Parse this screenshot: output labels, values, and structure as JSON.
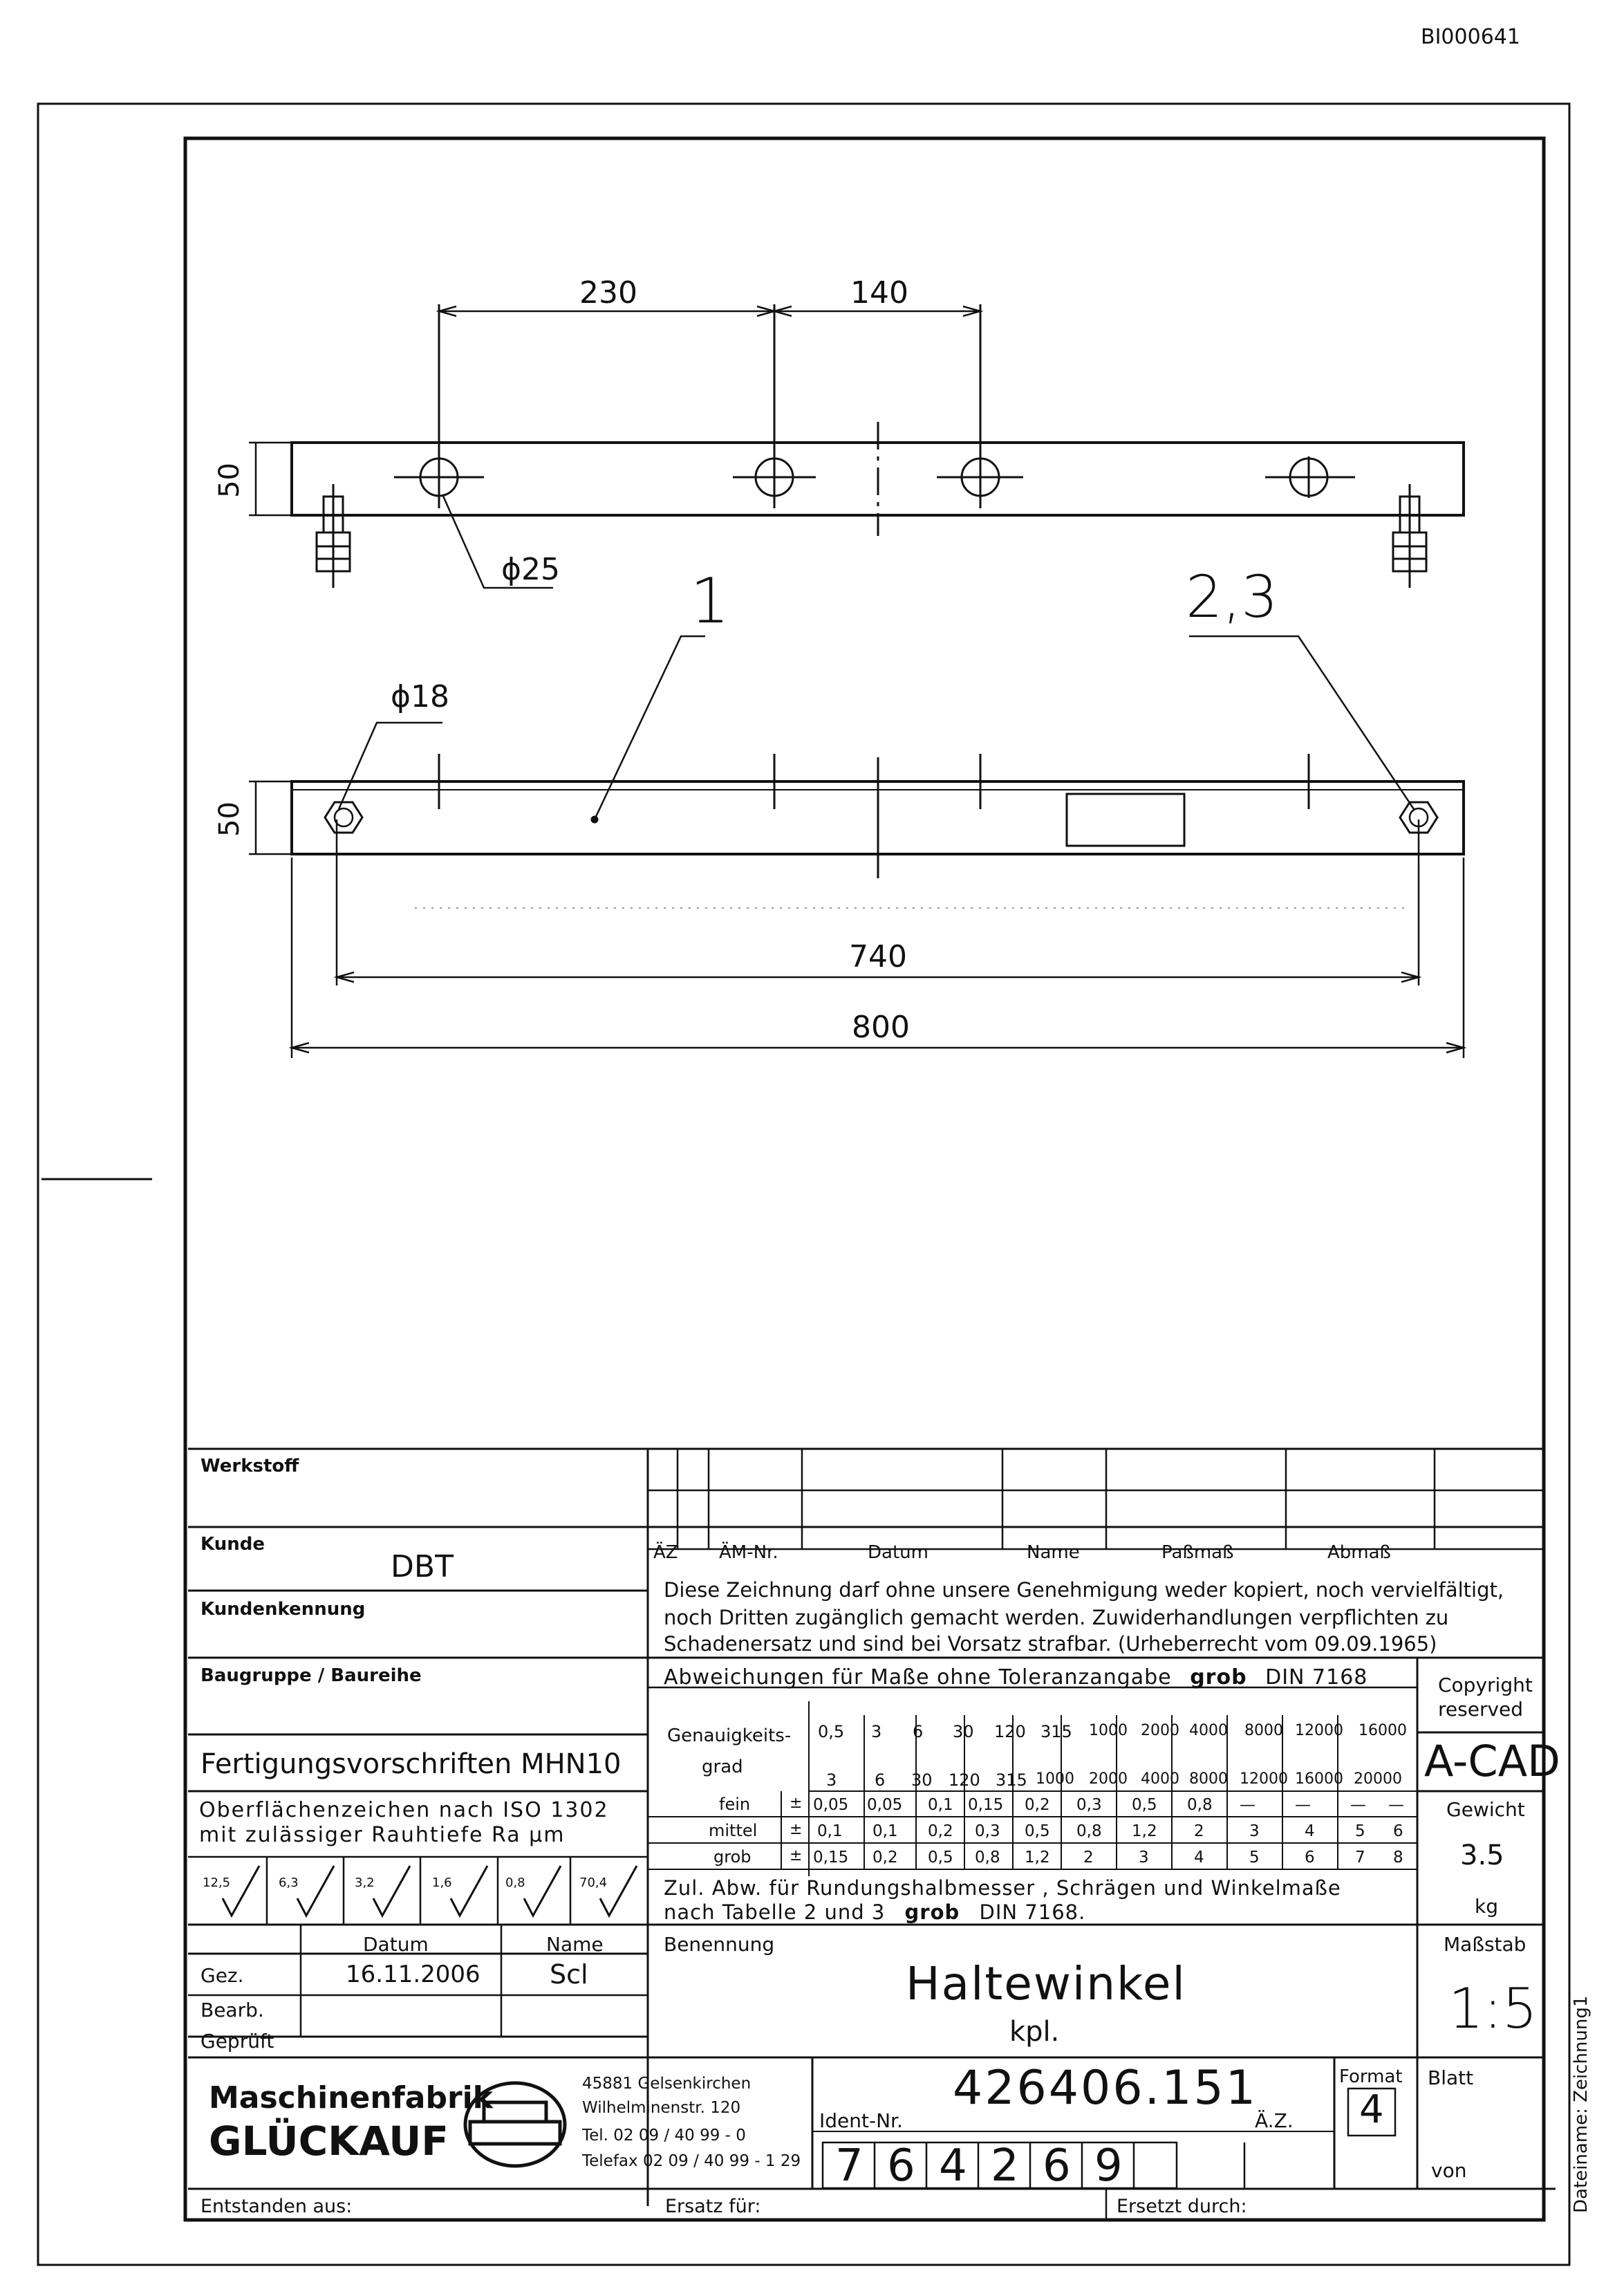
{
  "doc_id": "BI000641",
  "drawing": {
    "dim_230": "230",
    "dim_140": "140",
    "dim_50_top": "50",
    "dim_50_bottom": "50",
    "dia_25": "ϕ25",
    "dia_18": "ϕ18",
    "part_1": "1",
    "part_23": "2,3",
    "dim_740": "740",
    "dim_800": "800"
  },
  "title_block": {
    "werkstoff_label": "Werkstoff",
    "kunde_label": "Kunde",
    "kunde_value": "DBT",
    "kundenkennung_label": "Kundenkennung",
    "baugruppe_label": "Baugruppe / Baureihe",
    "fertigung": "Fertigungsvorschriften MHN10",
    "oberflaeche_1": "Oberflächenzeichen nach ISO 1302",
    "oberflaeche_2": "mit zulässiger Rauhtiefe Ra µm",
    "roughness": [
      "12,5",
      "6,3",
      "3,2",
      "1,6",
      "0,8",
      "70,4"
    ],
    "datum_header": "Datum",
    "name_header": "Name",
    "gez_label": "Gez.",
    "gez_datum": "16.11.2006",
    "gez_name": "Scl",
    "bearb_label": "Bearb.",
    "geprueft_label": "Geprüft",
    "rev_headers": {
      "az": "ÄZ",
      "am_nr": "ÄM-Nr.",
      "datum": "Datum",
      "name": "Name",
      "passmass": "Paßmaß",
      "abmass": "Abmaß"
    },
    "notice": [
      "Diese Zeichnung darf ohne unsere Genehmigung weder kopiert, noch vervielfältigt,",
      "noch Dritten zugänglich gemacht werden. Zuwiderhandlungen verpflichten zu",
      "Schadenersatz und sind bei Vorsatz strafbar. (Urheberrecht vom 09.09.1965)"
    ],
    "abweichungen": "Abweichungen für Maße ohne Toleranzangabe",
    "abweichungen_grob": "grob",
    "abweichungen_din": "DIN 7168",
    "genauigkeit_1": "Genauigkeits-",
    "genauigkeit_2": "grad",
    "range_from": [
      "0,5",
      "3",
      "6",
      "30",
      "120",
      "315",
      "1000",
      "2000",
      "4000",
      "8000",
      "12000",
      "16000"
    ],
    "range_to": [
      "3",
      "6",
      "30",
      "120",
      "315",
      "1000",
      "2000",
      "4000",
      "8000",
      "12000",
      "16000",
      "20000"
    ],
    "tolerance_rows": [
      {
        "label": "fein",
        "sign": "±",
        "values": [
          "0,05",
          "0,05",
          "0,1",
          "0,15",
          "0,2",
          "0,3",
          "0,5",
          "0,8",
          "—",
          "—",
          "—",
          "—"
        ]
      },
      {
        "label": "mittel",
        "sign": "±",
        "values": [
          "0,1",
          "0,1",
          "0,2",
          "0,3",
          "0,5",
          "0,8",
          "1,2",
          "2",
          "3",
          "4",
          "5",
          "6"
        ]
      },
      {
        "label": "grob",
        "sign": "±",
        "values": [
          "0,15",
          "0,2",
          "0,5",
          "0,8",
          "1,2",
          "2",
          "3",
          "4",
          "5",
          "6",
          "7",
          "8"
        ]
      }
    ],
    "zul_abw_1": "Zul. Abw. für Rundungshalbmesser , Schrägen und Winkelmaße",
    "zul_abw_2_pre": "nach Tabelle 2 und 3",
    "zul_abw_2_grob": "grob",
    "zul_abw_2_din": "DIN 7168.",
    "copyright": [
      "Copyright",
      "reserved"
    ],
    "acad": "A-CAD",
    "gewicht_label": "Gewicht",
    "gewicht_value": "3.5",
    "gewicht_unit": "kg",
    "massstab_label": "Maßstab",
    "massstab_value": "1:5",
    "benennung_label": "Benennung",
    "benennung_1": "Haltewinkel",
    "benennung_2": "kpl.",
    "company_1": "Maschinenfabrik",
    "company_2": "GLÜCKAUF",
    "address": [
      "45881 Gelsenkirchen",
      "Wilhelminenstr. 120",
      "Tel.     02 09 / 40 99 - 0",
      "Telefax 02 09 / 40 99 - 1 29"
    ],
    "drawing_number": "426406.151",
    "ident_label": "Ident-Nr.",
    "ident_digits": [
      "7",
      "6",
      "4",
      "2",
      "6",
      "9"
    ],
    "az_label": "Ä.Z.",
    "format_label": "Format",
    "format_value": "4",
    "blatt_label": "Blatt",
    "von_label": "von",
    "dateiname": "Dateiname: Zeichnung1",
    "entstanden": "Entstanden aus:",
    "ersatz": "Ersatz für:",
    "ersetzt": "Ersetzt durch:"
  }
}
